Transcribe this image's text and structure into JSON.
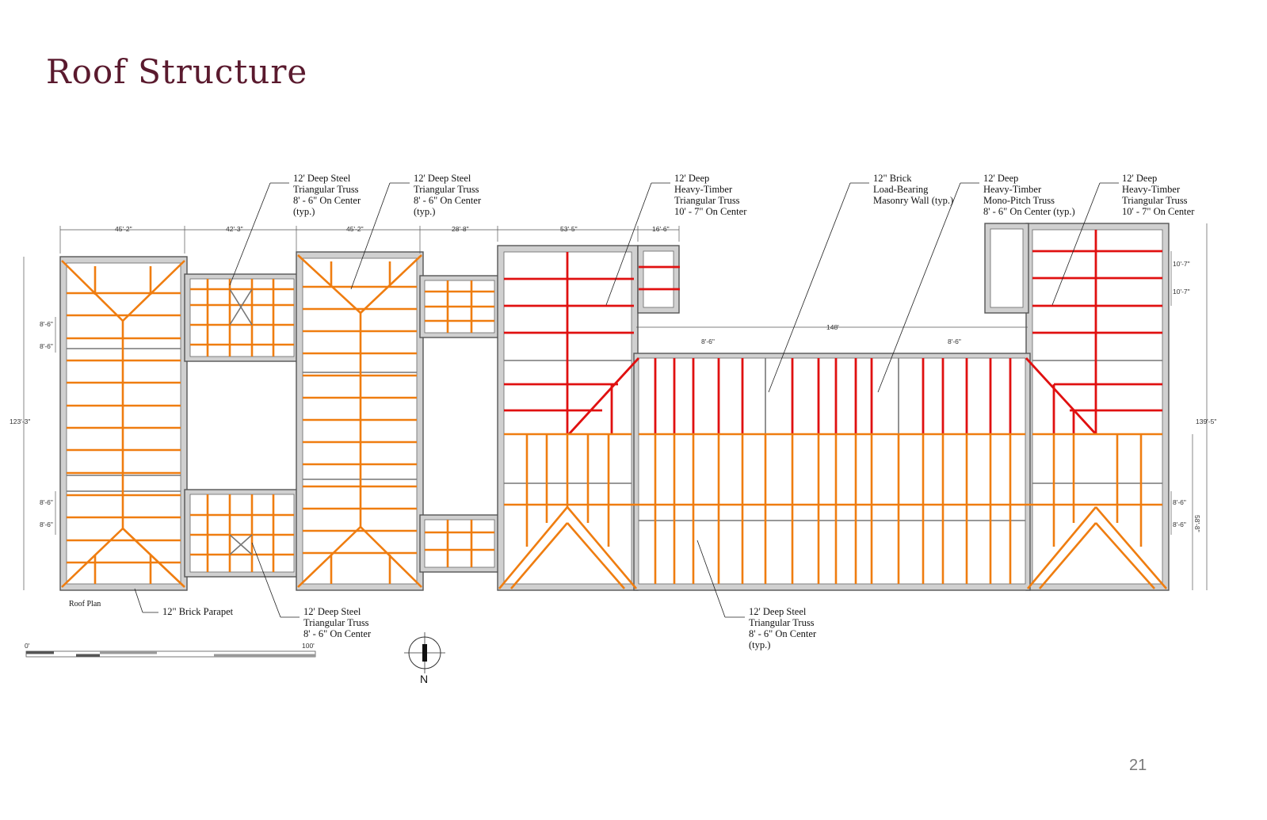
{
  "slide": {
    "title": "Roof Structure",
    "page_number": "21"
  },
  "callouts": {
    "truss_steel_1": [
      "12' Deep Steel",
      "Triangular Truss",
      "8' - 6\" On Center",
      "(typ.)"
    ],
    "truss_steel_2": [
      "12' Deep Steel",
      "Triangular Truss",
      "8' - 6\" On Center",
      "(typ.)"
    ],
    "timber_1": [
      "12' Deep",
      "Heavy-Timber",
      "Triangular Truss",
      "10' - 7\" On Center"
    ],
    "masonry": [
      "12\" Brick",
      "Load-Bearing",
      "Masonry Wall (typ.)"
    ],
    "monopitch": [
      "12' Deep",
      "Heavy-Timber",
      "Mono-Pitch Truss",
      "8' - 6\" On Center (typ.)"
    ],
    "timber_2": [
      "12' Deep",
      "Heavy-Timber",
      "Triangular Truss",
      "10' - 7\" On Center"
    ],
    "parapet": "12\" Brick Parapet",
    "truss_steel_3": [
      "12' Deep Steel",
      "Triangular Truss",
      "8' - 6\" On Center"
    ],
    "truss_steel_4": [
      "12' Deep Steel",
      "Triangular Truss",
      "8' - 6\" On Center",
      "(typ.)"
    ]
  },
  "labels": {
    "roof_plan": "Roof Plan",
    "north": "N",
    "scale_start": "0'",
    "scale_end": "100'"
  },
  "dimensions": {
    "top": [
      "45'-2\"",
      "42'-3\"",
      "45'-2\"",
      "28'-8\"",
      "53'-5\"",
      "16'-6\""
    ],
    "left_overall": "123'-3\"",
    "left_top_a": "8'-6\"",
    "left_top_b": "8'-6\"",
    "left_bot_a": "8'-6\"",
    "left_bot_b": "8'-6\"",
    "center_span": "148'",
    "center_a": "8'-6\"",
    "center_b": "8'-6\"",
    "right_top_a": "10'-7\"",
    "right_top_b": "10'-7\"",
    "right_overall": "139'-5\"",
    "right_bot_overall": "58'-8\"",
    "right_bot_a": "8'-6\"",
    "right_bot_b": "8'-6\""
  },
  "colors": {
    "steel_truss": "#ef7d10",
    "timber_truss": "#e01010",
    "title": "#5a1a2e"
  }
}
